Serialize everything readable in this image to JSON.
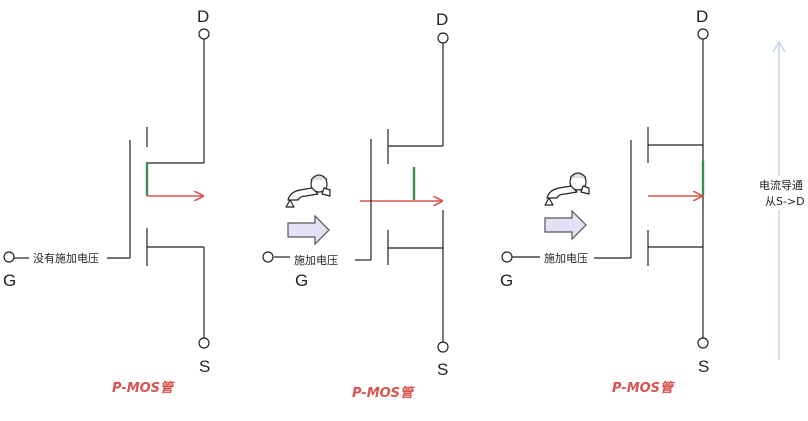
{
  "colors": {
    "wire": "#222222",
    "channel_green": "#3a8f4a",
    "arrow_red": "#d9534f",
    "title_red": "#d9534f",
    "push_arrow_fill": "#e6e0f7",
    "push_arrow_stroke": "#555555",
    "current_arrow": "#c8d4f0"
  },
  "panels": [
    {
      "terminals": {
        "drain": "D",
        "source": "S",
        "gate": "G"
      },
      "gate_label": "没有施加电压",
      "title": "P-MOS管",
      "has_pusher": false
    },
    {
      "terminals": {
        "drain": "D",
        "source": "S",
        "gate": "G"
      },
      "gate_label": "施加电压",
      "title": "P-MOS管",
      "has_pusher": true
    },
    {
      "terminals": {
        "drain": "D",
        "source": "S",
        "gate": "G"
      },
      "gate_label": "施加电压",
      "title": "P-MOS管",
      "has_pusher": true
    }
  ],
  "current_note": {
    "line1": "电流导通",
    "line2": "从S->D"
  },
  "icons": {
    "pusher": "person-pushing-icon",
    "push_arrow": "right-arrow-icon",
    "current_arrow": "up-arrow-icon"
  }
}
